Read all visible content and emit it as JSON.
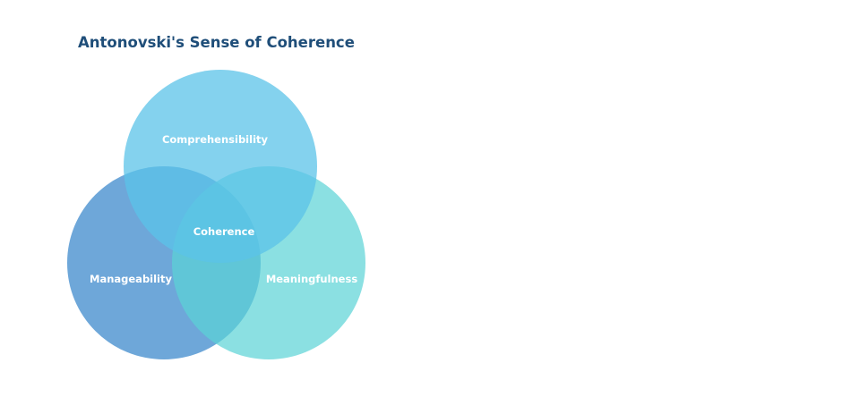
{
  "title": "Antonovski's Sense of Coherence",
  "colors": {
    "title": "#1f4e79",
    "label": "#ffffff",
    "comprehensibility": "#5bc3e8",
    "manageability": "#3e89cc",
    "meaningfulness": "#5ad3d5"
  },
  "circles": {
    "comprehensibility": {
      "label": "Comprehensibility"
    },
    "manageability": {
      "label": "Manageability"
    },
    "meaningfulness": {
      "label": "Meaningfulness"
    }
  },
  "center_label": "Coherence"
}
